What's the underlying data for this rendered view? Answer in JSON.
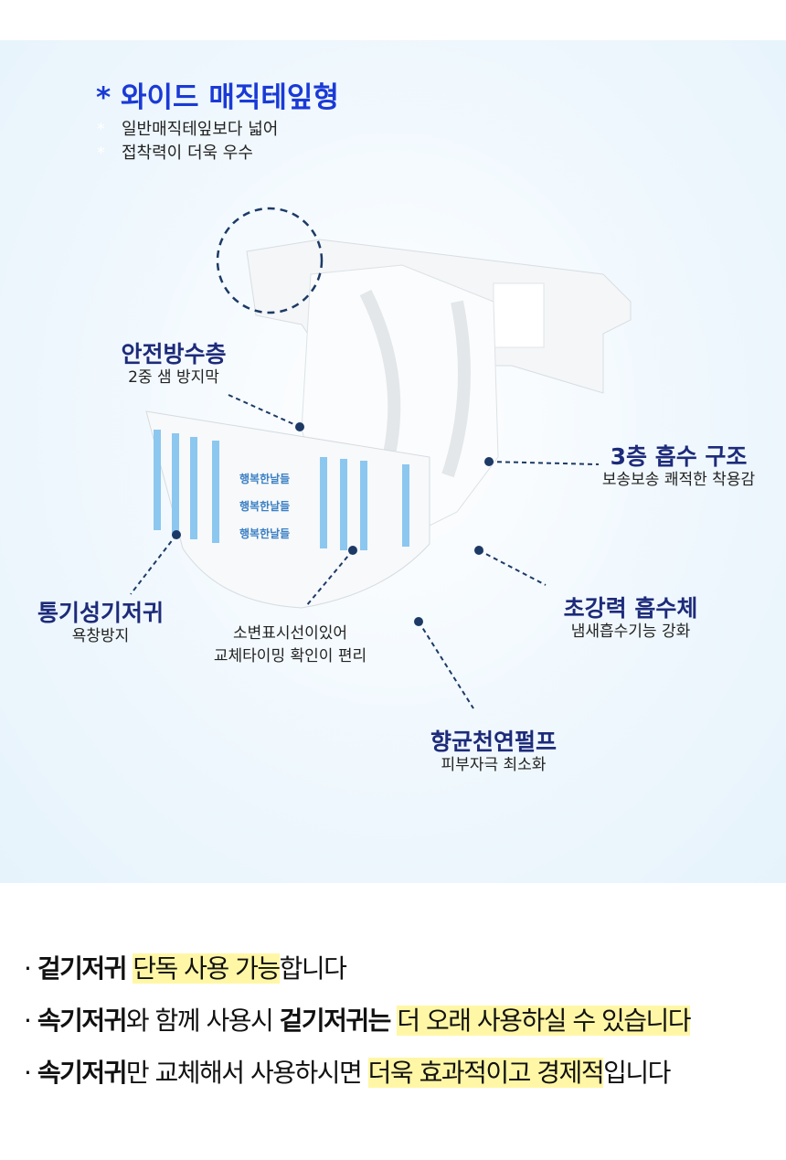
{
  "wide_tape": {
    "title": "* 와이드 매직테잎형",
    "lines": [
      "일반매직테잎보다 넓어",
      "접착력이 더욱 우수"
    ]
  },
  "features": [
    {
      "title": "안전방수층",
      "desc": "2중 샘 방지막"
    },
    {
      "title": "3층 흡수 구조",
      "desc": "보송보송 쾌적한 착용감"
    },
    {
      "title": "통기성기저귀",
      "desc": "욕창방지"
    },
    {
      "title": "",
      "desc": "소변표시선이있어",
      "desc2": "교체타이밍 확인이 편리"
    },
    {
      "title": "초강력 흡수체",
      "desc": "냄새흡수기능 강화"
    },
    {
      "title": "향균천연펄프",
      "desc": "피부자극 최소화"
    }
  ],
  "product_label": "행복한날들",
  "bullets": [
    {
      "bullet": "·",
      "bold": "겉기저귀",
      "plain": " ",
      "highlight": "단독 사용 가능",
      "tail": "합니다"
    },
    {
      "bullet": "·",
      "bold": "속기저귀",
      "plain": "와 함께 사용시 ",
      "bold2": "겉기저귀는",
      "plain2": " ",
      "highlight": "더 오래 사용하실 수 있습니다"
    },
    {
      "bullet": "·",
      "bold": "속기저귀",
      "plain": "만 교체해서 사용하시면 ",
      "highlight": "더욱 효과적이고 경제적",
      "tail": "입니다"
    }
  ],
  "colors": {
    "title_blue": "#1a3ad6",
    "label_navy": "#1d2b7a",
    "highlight": "#fff7a6",
    "stripe": "#8cc7f0"
  }
}
